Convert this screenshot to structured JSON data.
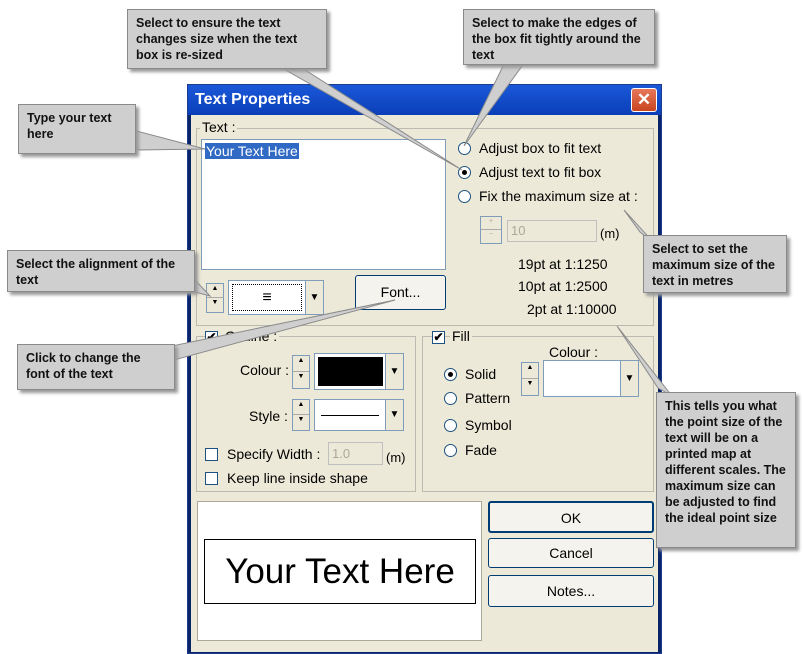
{
  "dialog": {
    "title": "Text Properties",
    "close_icon": "close-icon",
    "text_group_label": "Text :",
    "text_value": "Your Text Here",
    "size_options": [
      {
        "label": "Adjust box to fit text",
        "selected": false
      },
      {
        "label": "Adjust text to fit box",
        "selected": true
      },
      {
        "label": "Fix the maximum size at :",
        "selected": false
      }
    ],
    "max_size_value": "10",
    "max_size_unit": "(m)",
    "scale_rows": [
      "19pt  at 1:1250",
      "10pt  at 1:2500",
      "2pt  at 1:10000"
    ],
    "alignment_icon": "align-center-icon",
    "font_button": "Font...",
    "outline": {
      "label": "Outline :",
      "checked": true,
      "colour_label": "Colour :",
      "colour_value": "#000000",
      "style_label": "Style :",
      "specify_width_label": "Specify Width :",
      "width_value": "1.0",
      "width_unit": "(m)",
      "keep_inside_label": "Keep line inside shape"
    },
    "fill": {
      "label": "Fill",
      "checked": true,
      "colour_label": "Colour :",
      "options": [
        {
          "label": "Solid",
          "selected": true
        },
        {
          "label": "Pattern",
          "selected": false
        },
        {
          "label": "Symbol",
          "selected": false
        },
        {
          "label": "Fade",
          "selected": false
        }
      ]
    },
    "preview_text": "Your Text Here",
    "ok_button": "OK",
    "cancel_button": "Cancel",
    "notes_button": "Notes..."
  },
  "callouts": {
    "text_resize": "Select to ensure the text changes size when the text box is re-sized",
    "box_fit": "Select to make the edges of the box fit tightly around the text",
    "type_text": "Type your text here",
    "alignment": "Select the alignment of the text",
    "max_size": "Select to set the maximum size of the text in metres",
    "font": "Click to change the font of the text",
    "point_size": "This tells you what the point size of the text will be on a printed map at different scales. The maximum size can be adjusted to find the ideal point size"
  }
}
